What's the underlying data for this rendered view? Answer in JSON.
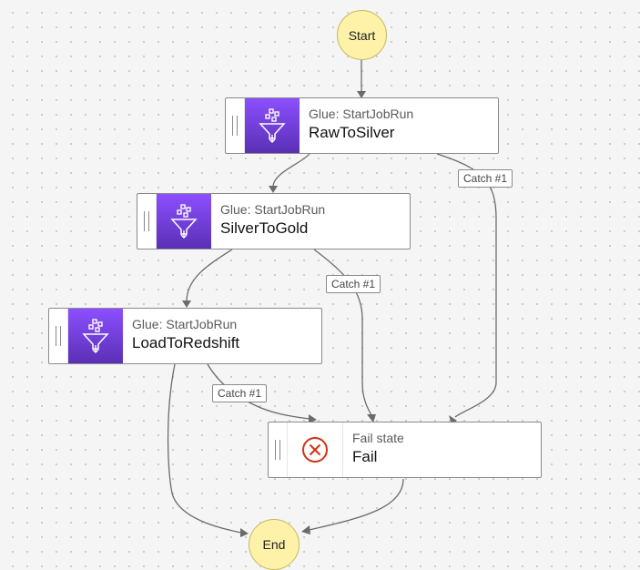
{
  "start_label": "Start",
  "end_label": "End",
  "states": [
    {
      "type": "Glue: StartJobRun",
      "name": "RawToSilver",
      "icon": "glue-funnel-icon"
    },
    {
      "type": "Glue: StartJobRun",
      "name": "SilverToGold",
      "icon": "glue-funnel-icon"
    },
    {
      "type": "Glue: StartJobRun",
      "name": "LoadToRedshift",
      "icon": "glue-funnel-icon"
    },
    {
      "type": "Fail state",
      "name": "Fail",
      "icon": "fail-x-circle-icon"
    }
  ],
  "catch_labels": [
    "Catch #1",
    "Catch #1",
    "Catch #1"
  ],
  "colors": {
    "glue_icon_bg": "#7b3fe4",
    "start_end_fill": "#fdf2a8",
    "fail_icon": "#d13212",
    "edge": "#6b6b6b"
  }
}
